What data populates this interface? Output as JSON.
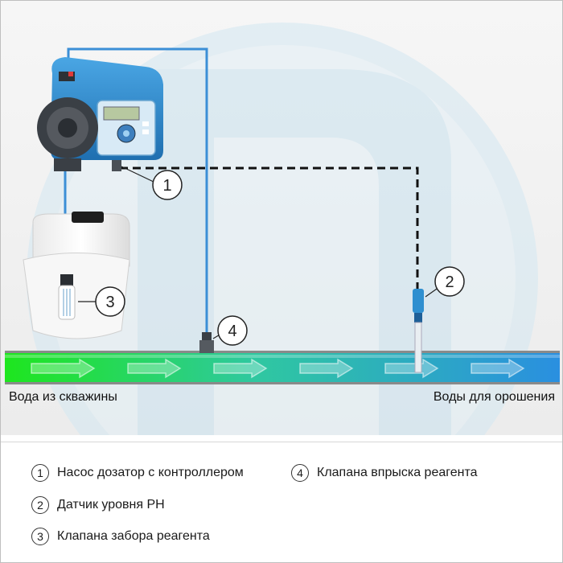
{
  "pipe": {
    "inlet_label": "Вода из скважины",
    "outlet_label": "Воды для орошения"
  },
  "callouts": [
    "1",
    "2",
    "3",
    "4"
  ],
  "legend": [
    {
      "num": "1",
      "text": "Насос дозатор с контроллером"
    },
    {
      "num": "2",
      "text": "Датчик уровня PH"
    },
    {
      "num": "3",
      "text": "Клапана забора реагента"
    },
    {
      "num": "4",
      "text": "Клапана впрыска реагента"
    }
  ],
  "colors": {
    "pump_body": "#2f8fd0",
    "pipe_start": "#22e022",
    "pipe_end": "#2a8fe0",
    "tube": "#3c8fd6",
    "signal_line": "#111111"
  },
  "icons": [
    "dosing-pump-icon",
    "reagent-tank-icon",
    "ph-sensor-icon",
    "injection-valve-icon",
    "intake-valve-icon",
    "flow-arrow-icon"
  ]
}
